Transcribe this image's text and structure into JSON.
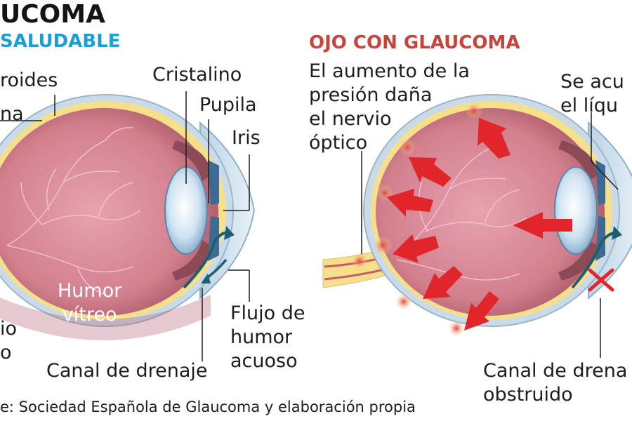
{
  "header": {
    "title": "UCOMA",
    "left_subtitle": "SALUDABLE",
    "right_subtitle": "OJO CON GLAUCOMA"
  },
  "healthy_eye": {
    "labels": {
      "coroides": "roides",
      "retina": "na",
      "cristalino": "Cristalino",
      "pupila": "Pupila",
      "iris": "Iris",
      "humor_vitreo": "Humor\nvítreo",
      "flujo": "Flujo de\nhumor\nacuoso",
      "canal": "Canal de drenaje",
      "nervio_partial": "io\no"
    }
  },
  "glaucoma_eye": {
    "labels": {
      "presion": "El aumento de la\npresión daña\nel nervio\nóptico",
      "acumula": "Se acu\nel líqu",
      "canal_obstruido": "Canal de drena\nobstruido"
    }
  },
  "footer": {
    "source": "e: Sociedad Española de Glaucoma y elaboración propia"
  },
  "colors": {
    "title_blue": "#1a9ed6",
    "title_red": "#c6443c",
    "eyeball": "#d98896",
    "sclera_yellow": "#f6df8a",
    "pressure_arrow": "#e0262b",
    "aqueous_arrow": "#1d5f70"
  }
}
